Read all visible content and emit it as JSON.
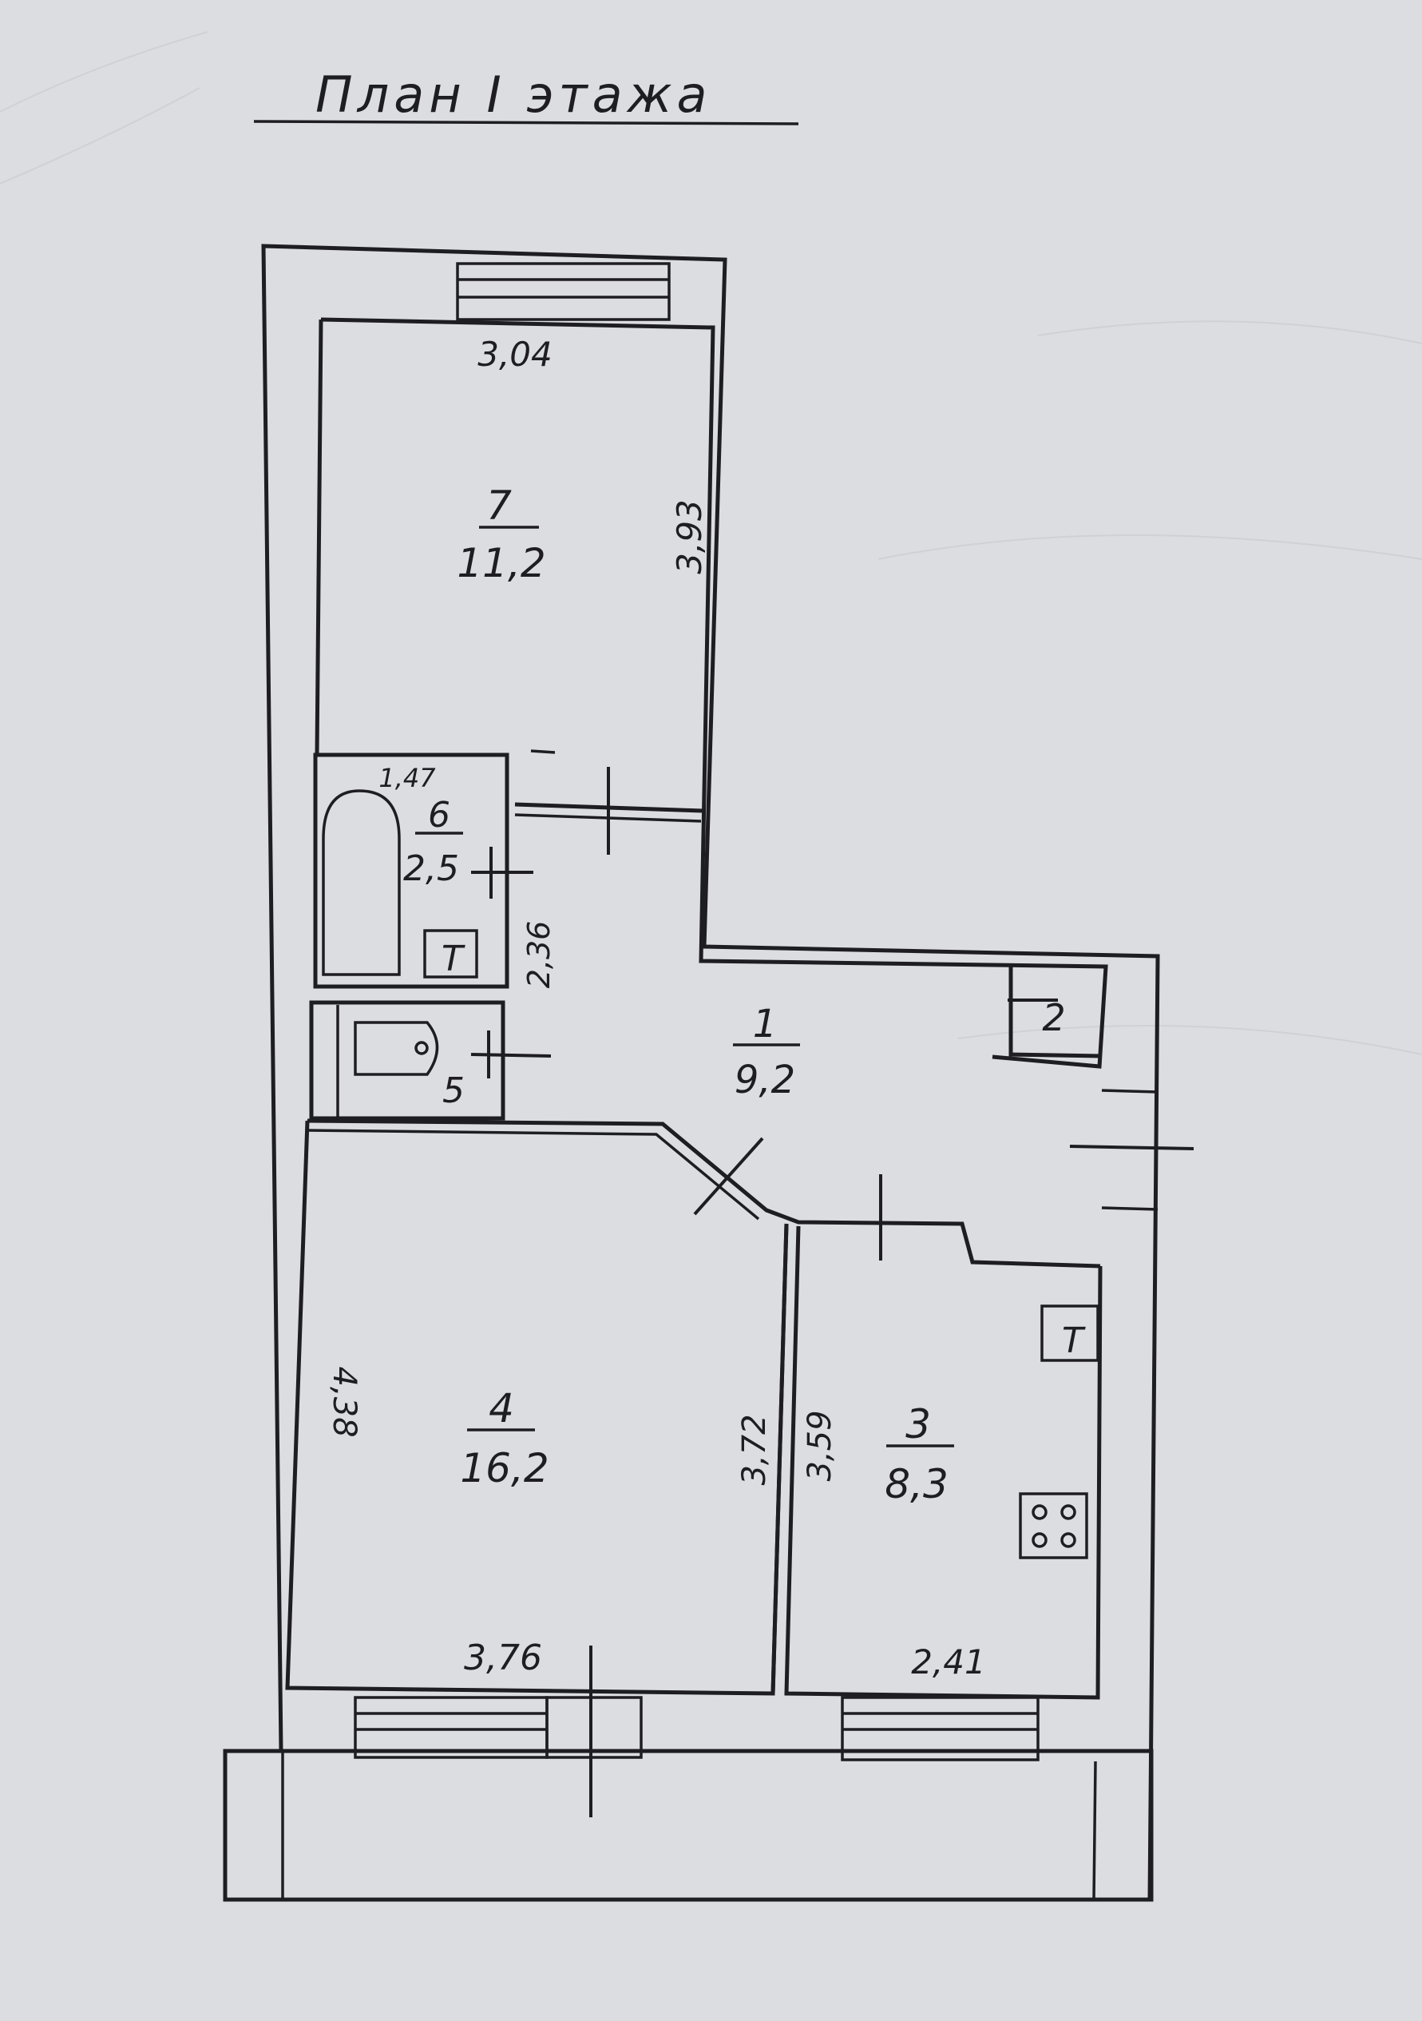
{
  "title": "План I этажа",
  "rooms": [
    {
      "number": "1",
      "area": "9,2"
    },
    {
      "number": "2",
      "area": ""
    },
    {
      "number": "3",
      "area": "8,3"
    },
    {
      "number": "4",
      "area": "16,2"
    },
    {
      "number": "5",
      "area": ""
    },
    {
      "number": "6",
      "area": "2,5"
    },
    {
      "number": "7",
      "area": "11,2"
    }
  ],
  "dimensions": {
    "room7_width": "3,04",
    "room7_length": "3,93",
    "room6_width": "1,47",
    "room6_length": "2,36",
    "room4_length": "4,38",
    "room4_right": "3,72",
    "room4_width": "3,76",
    "room3_left": "3,59",
    "room3_width": "2,41"
  },
  "fixtures": {
    "riser_symbol": "T"
  },
  "colors": {
    "paper": "#dcdde0",
    "ink": "#1e1e22"
  }
}
